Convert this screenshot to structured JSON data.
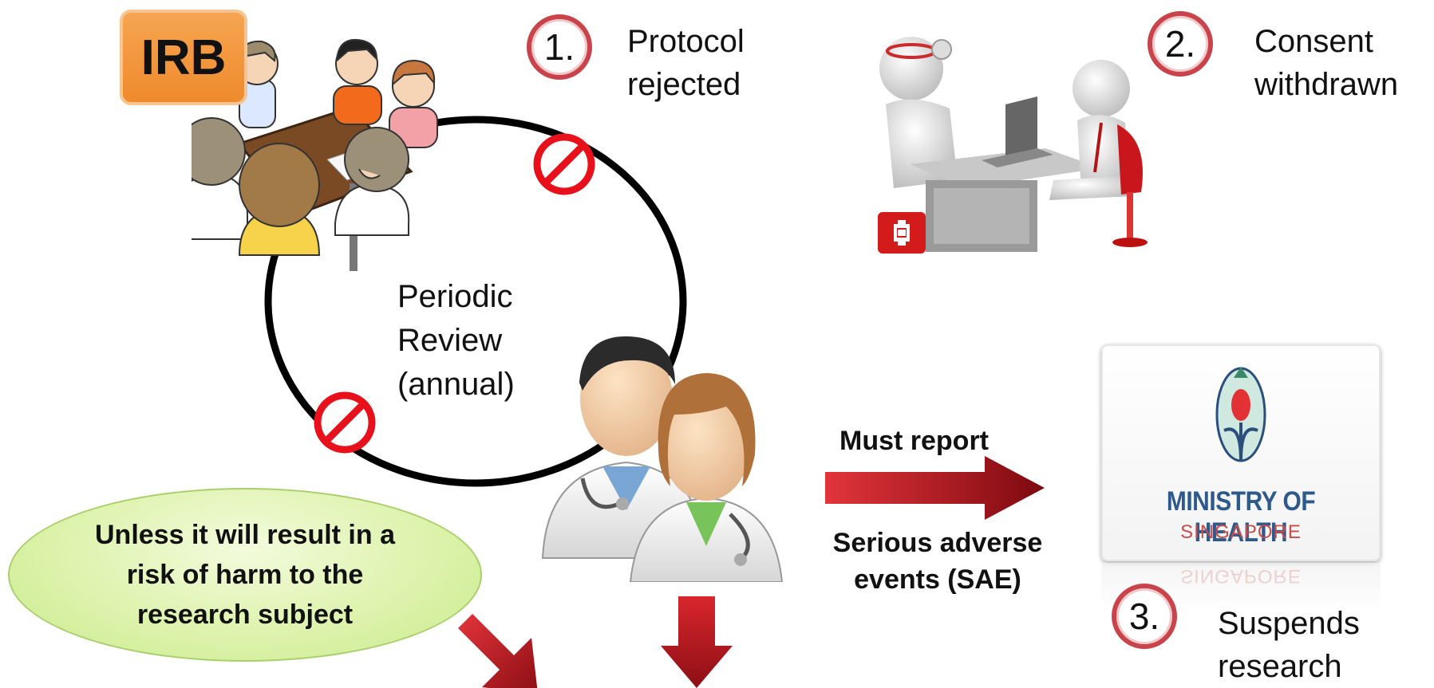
{
  "irb_label": "IRB",
  "cycle_label": [
    "Periodic",
    "Review",
    "(annual)"
  ],
  "steps": [
    {
      "number": "1.",
      "text": [
        "Protocol",
        "rejected"
      ]
    },
    {
      "number": "2.",
      "text": [
        "Consent",
        "withdrawn"
      ]
    },
    {
      "number": "3.",
      "text": [
        "Suspends",
        "research"
      ]
    }
  ],
  "arrow_top_label": "Must report",
  "arrow_bottom_label": [
    "Serious adverse",
    "events (SAE)"
  ],
  "moh": {
    "line1": "MINISTRY OF HEALTH",
    "line2": "SINGAPORE"
  },
  "note": [
    "Unless it will result in a",
    "risk of harm to the",
    "research subject"
  ],
  "colors": {
    "accent_red": "#c9444a",
    "arrow_dark": "#8c0f14",
    "note_green": "#dbf2a8",
    "irb_orange": "#f39a3f"
  }
}
